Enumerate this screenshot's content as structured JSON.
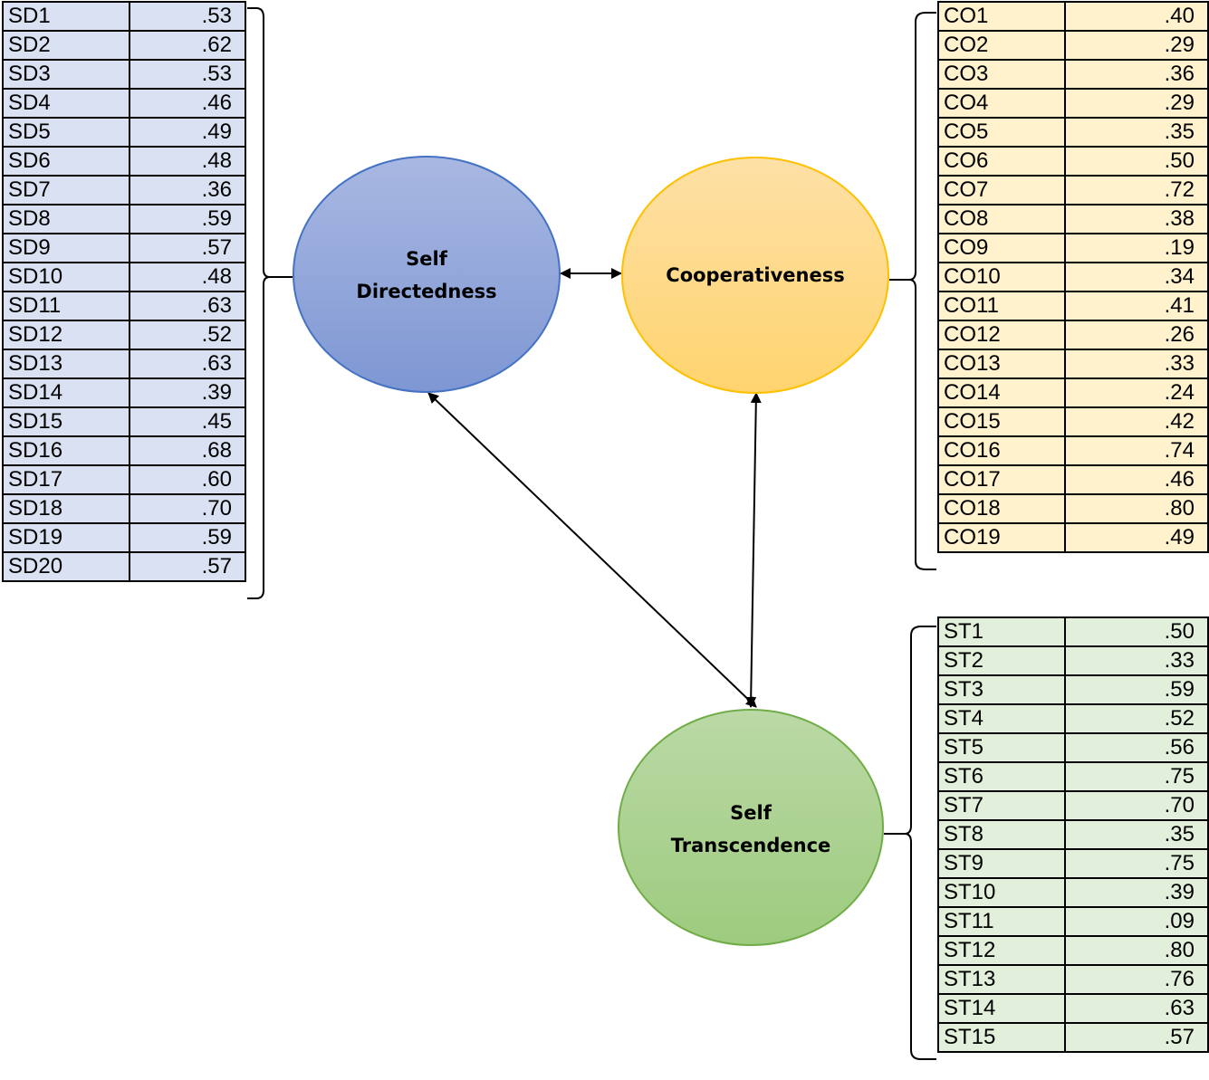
{
  "factors": {
    "sd": {
      "line1": "Self",
      "line2": "Directedness"
    },
    "co": {
      "line1": "Cooperativeness"
    },
    "st": {
      "line1": "Self",
      "line2": "Transcendence"
    }
  },
  "colors": {
    "sd_fill": "#8fa4d8",
    "sd_stroke": "#4472c4",
    "sd_table": "#d9e1f2",
    "co_fill": "#ffd98a",
    "co_stroke": "#ffc000",
    "co_table": "#fff2cc",
    "st_fill": "#a9d18e",
    "st_stroke": "#70ad47",
    "st_table": "#e2efda"
  },
  "tables": {
    "sd": [
      {
        "item": "SD1",
        "value": ".53"
      },
      {
        "item": "SD2",
        "value": ".62"
      },
      {
        "item": "SD3",
        "value": ".53"
      },
      {
        "item": "SD4",
        "value": ".46"
      },
      {
        "item": "SD5",
        "value": ".49"
      },
      {
        "item": "SD6",
        "value": ".48"
      },
      {
        "item": "SD7",
        "value": ".36"
      },
      {
        "item": "SD8",
        "value": ".59"
      },
      {
        "item": "SD9",
        "value": ".57"
      },
      {
        "item": "SD10",
        "value": ".48"
      },
      {
        "item": "SD11",
        "value": ".63"
      },
      {
        "item": "SD12",
        "value": ".52"
      },
      {
        "item": "SD13",
        "value": ".63"
      },
      {
        "item": "SD14",
        "value": ".39"
      },
      {
        "item": "SD15",
        "value": ".45"
      },
      {
        "item": "SD16",
        "value": ".68"
      },
      {
        "item": "SD17",
        "value": ".60"
      },
      {
        "item": "SD18",
        "value": ".70"
      },
      {
        "item": "SD19",
        "value": ".59"
      },
      {
        "item": "SD20",
        "value": ".57"
      }
    ],
    "co": [
      {
        "item": "CO1",
        "value": ".40"
      },
      {
        "item": "CO2",
        "value": ".29"
      },
      {
        "item": "CO3",
        "value": ".36"
      },
      {
        "item": "CO4",
        "value": ".29"
      },
      {
        "item": "CO5",
        "value": ".35"
      },
      {
        "item": "CO6",
        "value": ".50"
      },
      {
        "item": "CO7",
        "value": ".72"
      },
      {
        "item": "CO8",
        "value": ".38"
      },
      {
        "item": "CO9",
        "value": ".19"
      },
      {
        "item": "CO10",
        "value": ".34"
      },
      {
        "item": "CO11",
        "value": ".41"
      },
      {
        "item": "CO12",
        "value": ".26"
      },
      {
        "item": "CO13",
        "value": ".33"
      },
      {
        "item": "CO14",
        "value": ".24"
      },
      {
        "item": "CO15",
        "value": ".42"
      },
      {
        "item": "CO16",
        "value": ".74"
      },
      {
        "item": "CO17",
        "value": ".46"
      },
      {
        "item": "CO18",
        "value": ".80"
      },
      {
        "item": "CO19",
        "value": ".49"
      }
    ],
    "st": [
      {
        "item": "ST1",
        "value": ".50"
      },
      {
        "item": "ST2",
        "value": ".33"
      },
      {
        "item": "ST3",
        "value": ".59"
      },
      {
        "item": "ST4",
        "value": ".52"
      },
      {
        "item": "ST5",
        "value": ".56"
      },
      {
        "item": "ST6",
        "value": ".75"
      },
      {
        "item": "ST7",
        "value": ".70"
      },
      {
        "item": "ST8",
        "value": ".35"
      },
      {
        "item": "ST9",
        "value": ".75"
      },
      {
        "item": "ST10",
        "value": ".39"
      },
      {
        "item": "ST11",
        "value": ".09"
      },
      {
        "item": "ST12",
        "value": ".80"
      },
      {
        "item": "ST13",
        "value": ".76"
      },
      {
        "item": "ST14",
        "value": ".63"
      },
      {
        "item": "ST15",
        "value": ".57"
      }
    ]
  },
  "correlations": [
    {
      "from": "sd",
      "to": "co"
    },
    {
      "from": "sd",
      "to": "st"
    },
    {
      "from": "co",
      "to": "st"
    }
  ]
}
